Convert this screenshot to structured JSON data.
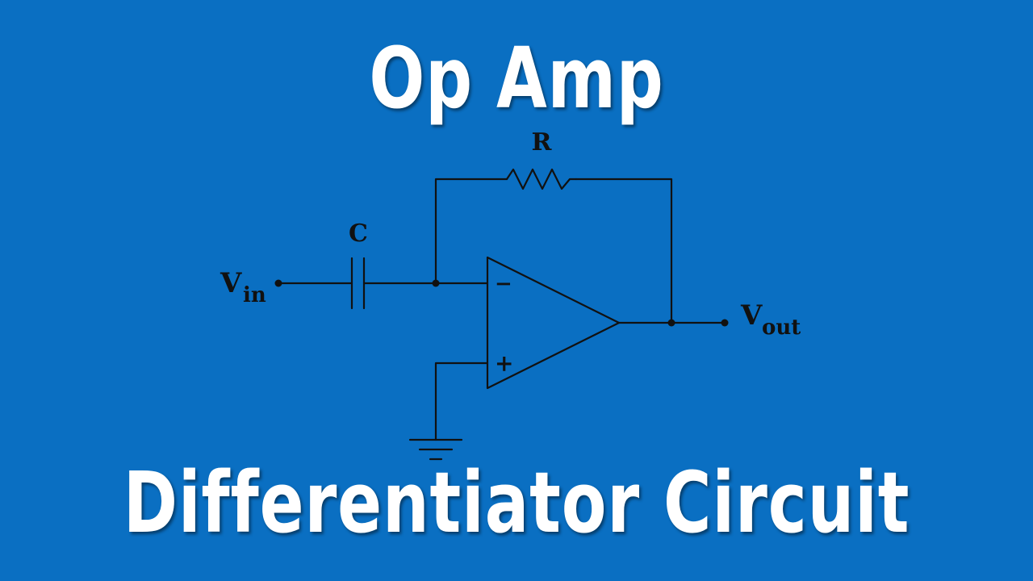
{
  "title_top": "Op Amp",
  "title_bottom": "Differentiator Circuit",
  "circuit": {
    "resistor_label": "R",
    "capacitor_label": "C",
    "input_label_main": "V",
    "input_label_sub": "in",
    "output_label_main": "V",
    "output_label_sub": "out",
    "inverting_symbol": "−",
    "noninverting_symbol": "+"
  },
  "colors": {
    "background": "#0a6fc2",
    "title_text": "#ffffff",
    "wire": "#111111"
  }
}
